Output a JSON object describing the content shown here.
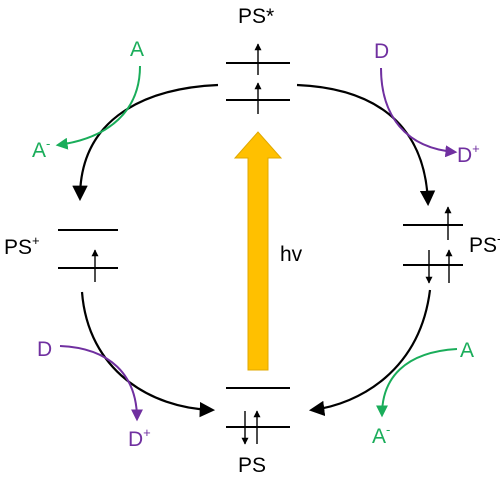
{
  "labels": {
    "ps_star": "PS*",
    "ps_plus": {
      "base": "PS",
      "sup": "+"
    },
    "ps_minus": {
      "base": "PS",
      "sup": "-"
    },
    "ps": "PS",
    "hv": "hv",
    "acceptor_top_left": "A",
    "acceptor_reduced_top_left": {
      "base": "A",
      "sup": "-"
    },
    "donor_top_right": "D",
    "donor_oxidized_top_right": {
      "base": "D",
      "sup": "+"
    },
    "donor_bottom_left": "D",
    "donor_oxidized_bottom_left": {
      "base": "D",
      "sup": "+"
    },
    "acceptor_bottom_right": "A",
    "acceptor_reduced_bottom_right": {
      "base": "A",
      "sup": "-"
    }
  },
  "colors": {
    "cycle": "#000000",
    "excitation_arrow": "#ffc000",
    "excitation_arrow_border": "#e0a800",
    "acceptor": "#1aad5a",
    "donor": "#7030a0"
  }
}
